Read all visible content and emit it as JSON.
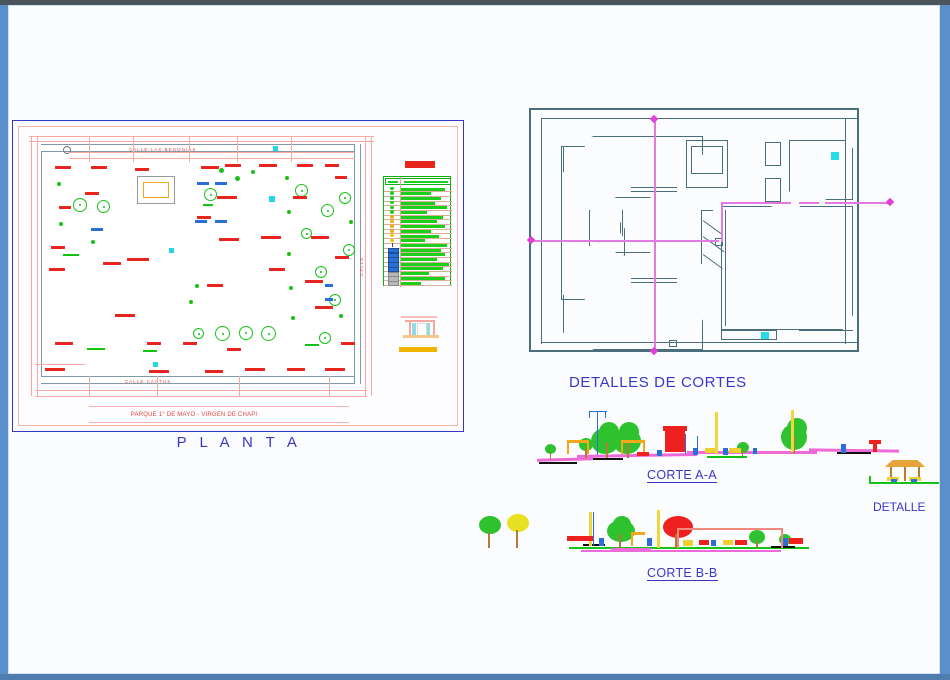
{
  "document": {
    "type": "cad-drawing",
    "background": "#fbfcfe"
  },
  "frame": {
    "chrome_color": "#5b8fcb",
    "titlebar_color": "#4b535b"
  },
  "planta": {
    "title": "P L A N T A",
    "caption": "PARQUE 1° DE MAYO - VIRGEN DE CHAPI",
    "border_color": "#3a37c8",
    "inner_border_color": "#f3b3ae",
    "streets": {
      "top": "CALLE   LAS   BEGONIAS",
      "bottom": "CALLE   CACTUS",
      "right": "CALLE"
    },
    "plaza_border_color": "#f2a818",
    "tree_color": "#16c216",
    "label_color": "#e2493c"
  },
  "legend": {
    "title_color": "#e8251d",
    "border_color": "#16b016",
    "text_color": "#1ccf1c",
    "rows": [
      {
        "sym": "tree",
        "w": 44
      },
      {
        "sym": "tree",
        "w": 30
      },
      {
        "sym": "tree",
        "w": 40
      },
      {
        "sym": "tree",
        "w": 34
      },
      {
        "sym": "tree",
        "w": 46
      },
      {
        "sym": "tree",
        "w": 26
      },
      {
        "sym": "palm",
        "w": 42
      },
      {
        "sym": "palm",
        "w": 36
      },
      {
        "sym": "palm",
        "w": 44
      },
      {
        "sym": "palm",
        "w": 30
      },
      {
        "sym": "bush",
        "w": 38
      },
      {
        "sym": "bush",
        "w": 24
      },
      {
        "sym": "post",
        "w": 46
      },
      {
        "sym": "bench",
        "w": 40
      },
      {
        "sym": "bench",
        "w": 44
      },
      {
        "sym": "bench",
        "w": 36
      },
      {
        "sym": "bench",
        "w": 48
      },
      {
        "sym": "bench",
        "w": 42
      },
      {
        "sym": "pave",
        "w": 28
      },
      {
        "sym": "pave",
        "w": 44
      },
      {
        "sym": "pave",
        "w": 20
      }
    ]
  },
  "detalles": {
    "title": "DETALLES DE CORTES",
    "title_color": "#3a37c8",
    "line_color": "#4b6e7d",
    "axis_color": "#e37ae0",
    "accent_color": "#28dbe8"
  },
  "sections": {
    "corte_aa": {
      "title": "CORTE A-A",
      "ground_color": "#ee6ad8"
    },
    "corte_bb": {
      "title": "CORTE B-B",
      "ground_color": "#16c216"
    },
    "detalle": {
      "title": "DETALLE"
    }
  }
}
